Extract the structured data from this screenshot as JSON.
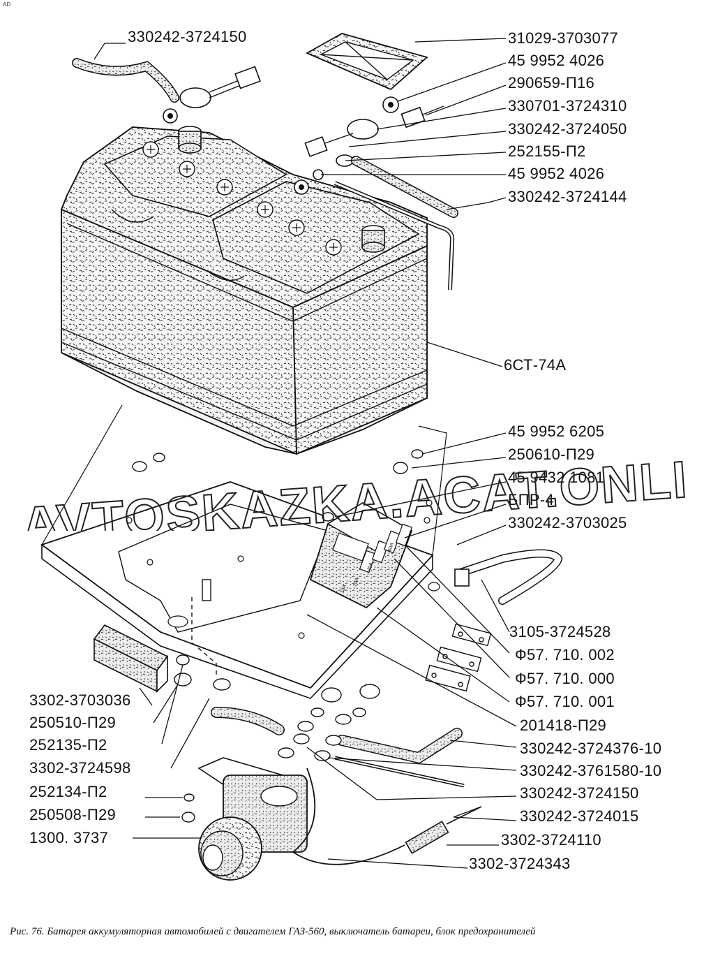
{
  "corner_mark": "AD",
  "watermark": "AVTOSKAZKA.ACAT.ONLINE",
  "caption": "Рис. 76. Батарея аккумуляторная автомобилей с двигателем ГАЗ-560, выключатель батареи, блок предохранителей",
  "fuse_labels": [
    "10A",
    "20A",
    "40A",
    "60A"
  ],
  "labels": {
    "top_left": "330242-3724150",
    "right_1": "31029-3703077",
    "right_2": "45 9952 4026",
    "right_3": "290659-П16",
    "right_4": "330701-3724310",
    "right_5": "330242-3724050",
    "right_6": "252155-П2",
    "right_7": "45 9952 4026",
    "right_8": "330242-3724144",
    "battery": "6СТ-74А",
    "right_9": "45 9952 6205",
    "right_10": "250610-П29",
    "right_11": "45 9432 1081",
    "right_12": "БПР-4",
    "right_13": "330242-3703025",
    "right_14": "3105-3724528",
    "right_15": "Ф57. 710. 002",
    "right_16": "Ф57. 710. 000",
    "right_17": "Ф57. 710. 001",
    "right_18": "201418-П29",
    "right_19": "330242-3724376-10",
    "right_20": "330242-3761580-10",
    "right_21": "330242-3724150",
    "right_22": "330242-3724015",
    "right_23": "3302-3724110",
    "right_24": "3302-3724343",
    "left_1": "3302-3703036",
    "left_2": "250510-П29",
    "left_3": "252135-П2",
    "left_4": "3302-3724598",
    "left_5": "252134-П2",
    "left_6": "250508-П29",
    "left_7": "1300. 3737"
  }
}
